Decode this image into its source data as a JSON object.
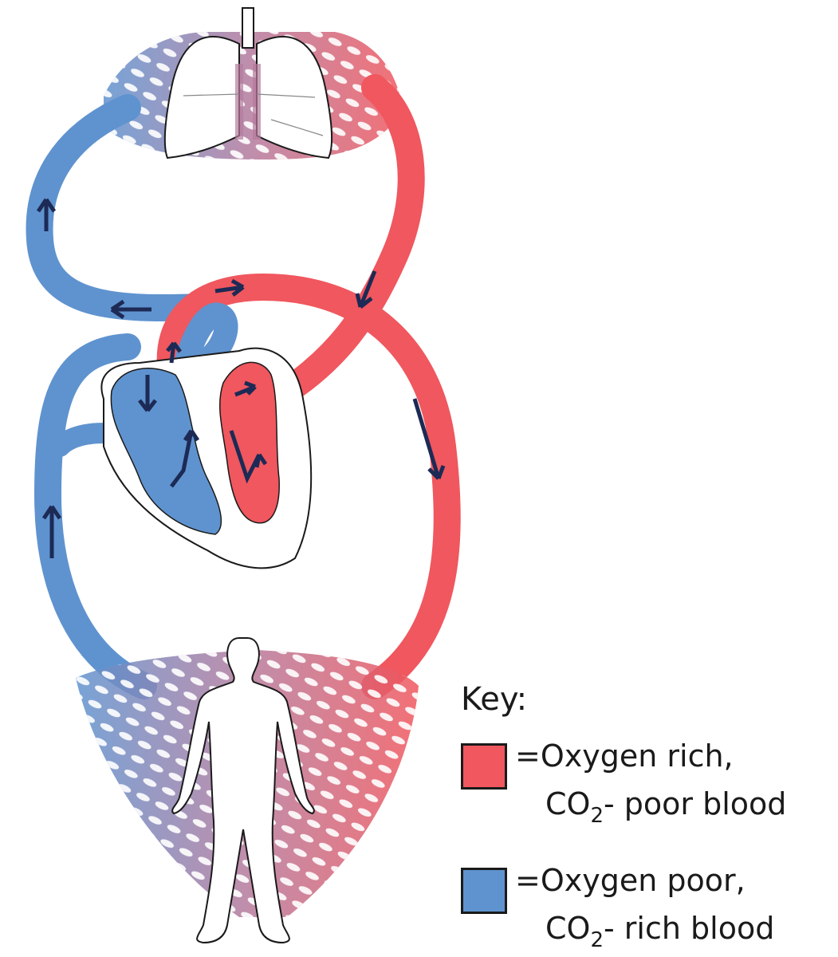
{
  "key": {
    "title": "Key:",
    "entries": [
      {
        "color": "#f0575e",
        "line1": "=Oxygen rich,",
        "line2_prefix": "CO",
        "line2_sub": "2",
        "line2_suffix": "- poor blood"
      },
      {
        "color": "#5f93cf",
        "line1": "=Oxygen poor,",
        "line2_prefix": "CO",
        "line2_sub": "2",
        "line2_suffix": "- rich blood"
      }
    ]
  },
  "colors": {
    "oxygen_rich": "#f0575e",
    "oxygen_poor": "#5f93cf",
    "capillary_mix": "#b57a9c",
    "outline": "#1a1a1a",
    "arrow": "#1c2a55"
  },
  "icons": [
    "lungs-icon",
    "heart-icon",
    "human-body-icon",
    "flow-arrow-icon"
  ]
}
